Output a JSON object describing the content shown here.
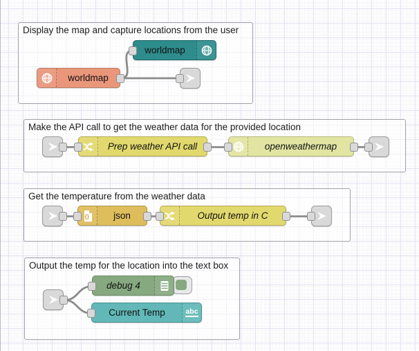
{
  "canvas": {
    "background": "#fcfcfd",
    "grid_color": "#e3e3ef",
    "wire_color": "#8b8b8b"
  },
  "groups": [
    {
      "title": "Display the map and capture locations from the user",
      "nodes": [
        {
          "label": "worldmap",
          "type": "worldmap-display",
          "color": "#2E8C8C",
          "icon": "globe-icon"
        },
        {
          "label": "worldmap",
          "type": "worldmap-events",
          "color": "#E9967A",
          "icon": "globe-icon"
        },
        {
          "label": "",
          "type": "link-out",
          "color": "#d9d9d9",
          "icon": "link-arrow-icon"
        }
      ]
    },
    {
      "title": "Make the API call to get the weather data for the provided location",
      "nodes": [
        {
          "label": "",
          "type": "link-in",
          "color": "#d9d9d9",
          "icon": "link-arrow-icon"
        },
        {
          "label": "Prep weather API call",
          "type": "change",
          "color": "#E2D96E",
          "icon": "shuffle-icon"
        },
        {
          "label": "openweathermap",
          "type": "openweathermap",
          "color": "#E2E5A2",
          "icon": "globe-icon"
        },
        {
          "label": "",
          "type": "link-out",
          "color": "#d9d9d9",
          "icon": "link-arrow-icon"
        }
      ]
    },
    {
      "title": "Get the temperature from the weather data",
      "nodes": [
        {
          "label": "",
          "type": "link-in",
          "color": "#d9d9d9",
          "icon": "link-arrow-icon"
        },
        {
          "label": "json",
          "type": "json",
          "color": "#DEBD5C",
          "icon": "json-file-icon",
          "icon_text": "{}"
        },
        {
          "label": "Output temp in C",
          "type": "change",
          "color": "#E2D96E",
          "icon": "shuffle-icon"
        },
        {
          "label": "",
          "type": "link-out",
          "color": "#d9d9d9",
          "icon": "link-arrow-icon"
        }
      ]
    },
    {
      "title": "Output the temp for the location into the text box",
      "nodes": [
        {
          "label": "",
          "type": "link-in",
          "color": "#d9d9d9",
          "icon": "link-arrow-icon"
        },
        {
          "label": "debug 4",
          "type": "debug",
          "color": "#87A980",
          "icon": "debug-list-icon",
          "toggle": "enabled"
        },
        {
          "label": "Current Temp",
          "type": "ui-text",
          "color": "#62B8B8",
          "icon": "abc-icon",
          "icon_text": "abc"
        }
      ]
    }
  ]
}
